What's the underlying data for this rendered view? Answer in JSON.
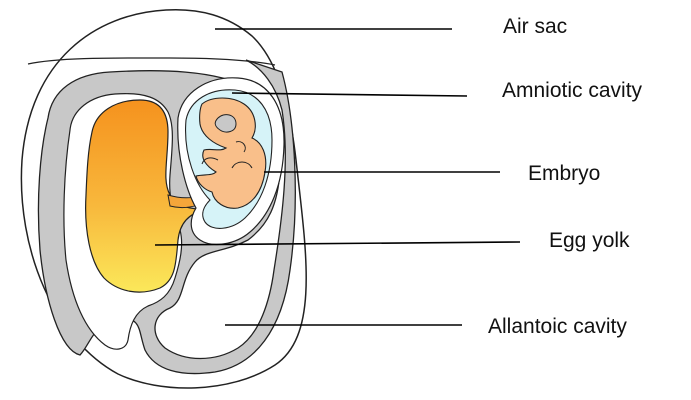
{
  "labels": {
    "air_sac": "Air sac",
    "amniotic_cavity": "Amniotic cavity",
    "embryo": "Embryo",
    "egg_yolk": "Egg yolk",
    "allantoic_cavity": "Allantoic cavity"
  },
  "colors": {
    "outline": "#222222",
    "allantois_gray": "#c8c8c8",
    "amnion_blue": "#d6f3f8",
    "embryo_orange": "#f9bf8a",
    "yolk_top": "#f5921e",
    "yolk_bottom": "#fbe85a",
    "leader_line": "#000000"
  }
}
